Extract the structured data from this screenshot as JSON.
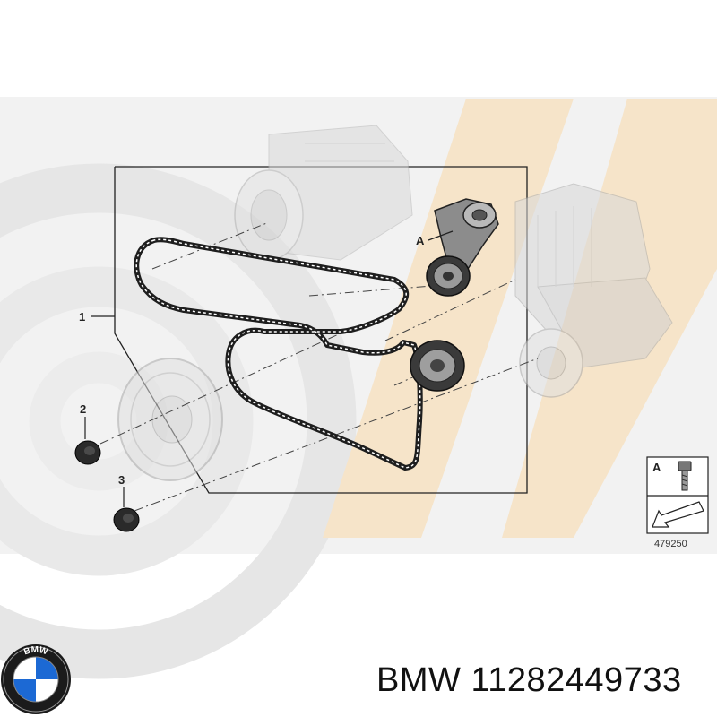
{
  "diagram": {
    "callouts": [
      "1",
      "2",
      "3",
      "A"
    ],
    "key_label": "A",
    "drawing_number": "479250"
  },
  "brand": {
    "name": "BMW",
    "part_number": "11282449733",
    "logo_letters": "BMW"
  },
  "colors": {
    "watermark_gray": "#ececec",
    "watermark_tan": "#f6e4c9",
    "component_gray": "#d6d6d6",
    "belt": "#1e1e1e",
    "logo_blue": "#1c69d4"
  },
  "icons": [
    "bolt-icon",
    "arrow-pointer-icon",
    "bmw-roundel-logo"
  ]
}
